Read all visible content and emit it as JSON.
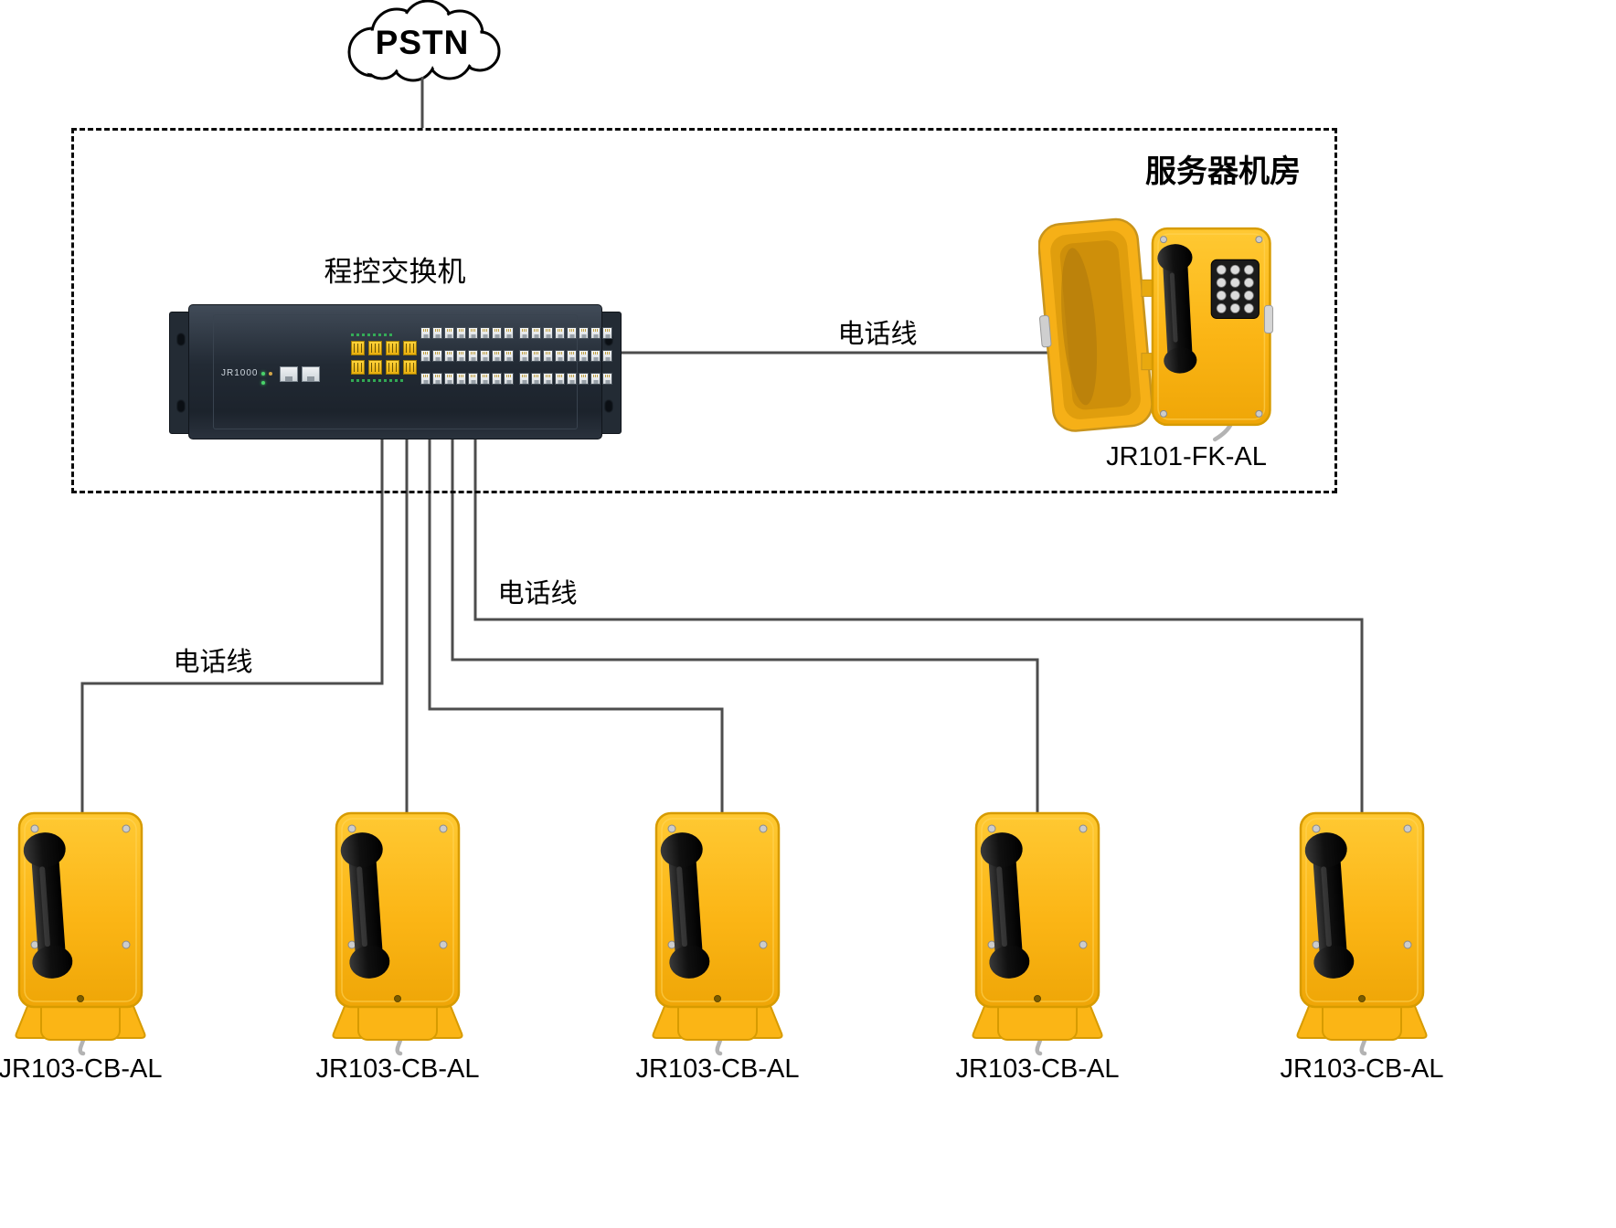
{
  "diagram": {
    "cloud": {
      "label": "PSTN"
    },
    "server_room": {
      "label": "服务器机房"
    },
    "switch": {
      "label": "程控交换机",
      "model": "JR1000"
    },
    "links": {
      "switch_to_server_phone": "电话线",
      "trunk_upper": "电话线",
      "trunk_left": "电话线"
    },
    "server_phone": {
      "model": "JR101-FK-AL"
    },
    "field_phones": [
      {
        "model": "JR103-CB-AL"
      },
      {
        "model": "JR103-CB-AL"
      },
      {
        "model": "JR103-CB-AL"
      },
      {
        "model": "JR103-CB-AL"
      },
      {
        "model": "JR103-CB-AL"
      }
    ]
  }
}
